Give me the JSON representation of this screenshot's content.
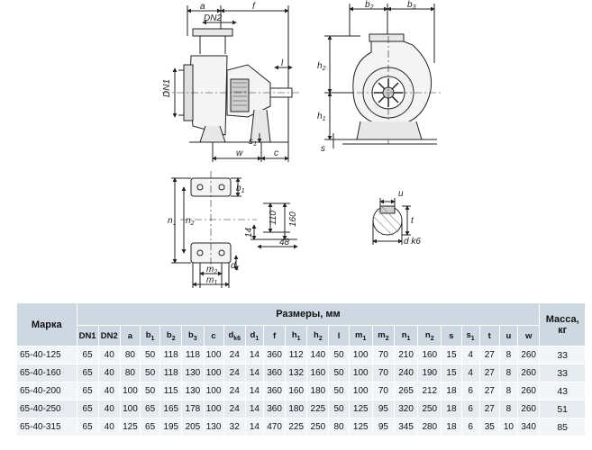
{
  "drawing_labels": {
    "side": {
      "a": "a",
      "f": "f",
      "dn2": "DN2",
      "dn1": "DN1",
      "l": "l",
      "w": "w",
      "c": "c",
      "s1": "s",
      "s1_sub": "1"
    },
    "front": {
      "b2": "b",
      "b2_sub": "2",
      "b3": "b",
      "b3_sub": "3",
      "h2": "h",
      "h2_sub": "2",
      "h1": "h",
      "h1_sub": "1",
      "s": "s"
    },
    "foot": {
      "b1": "b",
      "b1_sub": "1",
      "n1": "n",
      "n1_sub": "1",
      "n2": "n",
      "n2_sub": "2",
      "m2": "m",
      "m2_sub": "2",
      "m1": "m",
      "m1_sub": "1",
      "d1": "d",
      "d1_sub": "1",
      "d110": "110",
      "d160": "160",
      "d14": "14",
      "d48": "48"
    },
    "shaft": {
      "u": "u",
      "t": "t",
      "dk6": "d k6"
    }
  },
  "table": {
    "header_model": "Марка",
    "header_dims": "Размеры, мм",
    "header_mass_line1": "Масса,",
    "header_mass_line2": "кг",
    "columns": [
      {
        "main": "DN1",
        "sub": ""
      },
      {
        "main": "DN2",
        "sub": ""
      },
      {
        "main": "a",
        "sub": ""
      },
      {
        "main": "b",
        "sub": "1"
      },
      {
        "main": "b",
        "sub": "2"
      },
      {
        "main": "b",
        "sub": "3"
      },
      {
        "main": "c",
        "sub": ""
      },
      {
        "main": "d",
        "sub": "k6"
      },
      {
        "main": "d",
        "sub": "1"
      },
      {
        "main": "f",
        "sub": ""
      },
      {
        "main": "h",
        "sub": "1"
      },
      {
        "main": "h",
        "sub": "2"
      },
      {
        "main": "l",
        "sub": ""
      },
      {
        "main": "m",
        "sub": "1"
      },
      {
        "main": "m",
        "sub": "2"
      },
      {
        "main": "n",
        "sub": "1"
      },
      {
        "main": "n",
        "sub": "2"
      },
      {
        "main": "s",
        "sub": ""
      },
      {
        "main": "s",
        "sub": "1"
      },
      {
        "main": "t",
        "sub": ""
      },
      {
        "main": "u",
        "sub": ""
      },
      {
        "main": "w",
        "sub": ""
      }
    ],
    "rows": [
      {
        "model": "65-40-125",
        "values": [
          "65",
          "40",
          "80",
          "50",
          "118",
          "118",
          "100",
          "24",
          "14",
          "360",
          "112",
          "140",
          "50",
          "100",
          "70",
          "210",
          "160",
          "15",
          "4",
          "27",
          "8",
          "260"
        ],
        "mass": "33"
      },
      {
        "model": "65-40-160",
        "values": [
          "65",
          "40",
          "80",
          "50",
          "118",
          "130",
          "100",
          "24",
          "14",
          "360",
          "132",
          "160",
          "50",
          "100",
          "70",
          "240",
          "190",
          "15",
          "4",
          "27",
          "8",
          "260"
        ],
        "mass": "33"
      },
      {
        "model": "65-40-200",
        "values": [
          "65",
          "40",
          "100",
          "50",
          "115",
          "130",
          "100",
          "24",
          "14",
          "360",
          "160",
          "180",
          "50",
          "100",
          "70",
          "265",
          "212",
          "18",
          "6",
          "27",
          "8",
          "260"
        ],
        "mass": "43"
      },
      {
        "model": "65-40-250",
        "values": [
          "65",
          "40",
          "100",
          "65",
          "165",
          "178",
          "100",
          "24",
          "14",
          "360",
          "180",
          "225",
          "50",
          "125",
          "95",
          "320",
          "250",
          "18",
          "6",
          "27",
          "8",
          "260"
        ],
        "mass": "51"
      },
      {
        "model": "65-40-315",
        "values": [
          "65",
          "40",
          "125",
          "65",
          "195",
          "205",
          "130",
          "32",
          "14",
          "470",
          "225",
          "250",
          "80",
          "125",
          "95",
          "345",
          "280",
          "18",
          "6",
          "35",
          "10",
          "340"
        ],
        "mass": "85"
      }
    ]
  }
}
